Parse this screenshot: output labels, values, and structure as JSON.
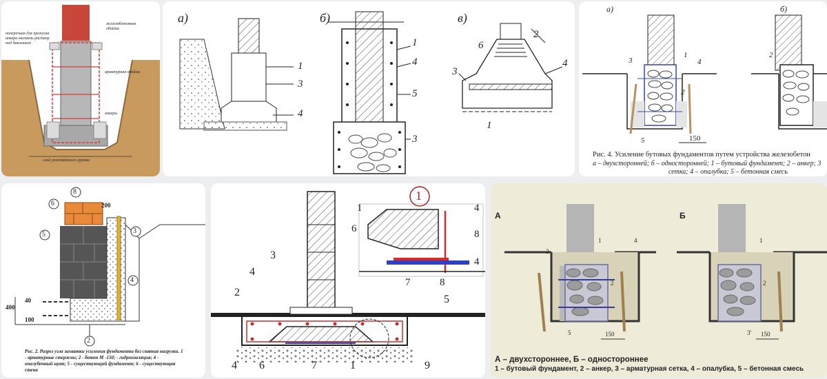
{
  "tile1": {
    "labels": [
      "поперечная для пропуска анкера насквозь раствор под давлением",
      "железобетонная обойма",
      "арматурная обойма",
      "анкеры",
      "слой уплотнённого грунта"
    ]
  },
  "tile2": {
    "sub_a": "а)",
    "sub_b": "б)",
    "sub_v": "в)",
    "nums": [
      "1",
      "3",
      "4",
      "1",
      "4",
      "5",
      "3",
      "6",
      "2",
      "3",
      "4",
      "1"
    ]
  },
  "tile3": {
    "sub_a": "а)",
    "sub_b": "б)",
    "nums": [
      "1",
      "2",
      "3",
      "4",
      "5",
      "2"
    ],
    "dim": "150",
    "caption_title": "Рис. 4.  Усиление бутовых фундаментов путем устройства железобетон",
    "caption_line2": "а – двухсторонней; б – односторонней; 1 – бутовый фундамент; 2 – анкер; 3",
    "caption_line3": "сетка; 4 – опалубка; 5 – бетонная смесь"
  },
  "tile4": {
    "circles": [
      "8",
      "6",
      "5",
      "3",
      "4",
      "2"
    ],
    "dims": [
      "200",
      "400",
      "40",
      "100"
    ],
    "caption": "Рис. 2. Разрез узла захватки усиления фундамента без снятия нагрузки. 1 - арматурные стержни; 2 - бетон М -150; - гидроизоляция; 4 - опалубочный щит; 5 - существующий фундамент; 6 - существующая стена"
  },
  "tile5": {
    "circle": "1",
    "nums": [
      "3",
      "4",
      "2",
      "4",
      "6",
      "7",
      "1",
      "5",
      "9",
      "1",
      "6",
      "4",
      "8",
      "7",
      "8",
      "4"
    ]
  },
  "tile6": {
    "label_a": "А",
    "label_b": "Б",
    "nums": [
      "3",
      "1",
      "4",
      "2",
      "5",
      "1",
      "2",
      "3'"
    ],
    "dim": "150",
    "legend_line1": "А – двухстороннее, Б – одностороннее",
    "legend_line2": "1 – бутовый фундамент, 2 – анкер, 3 – арматурная сетка, 4 – опалубка, 5 – бетонная смесь"
  }
}
